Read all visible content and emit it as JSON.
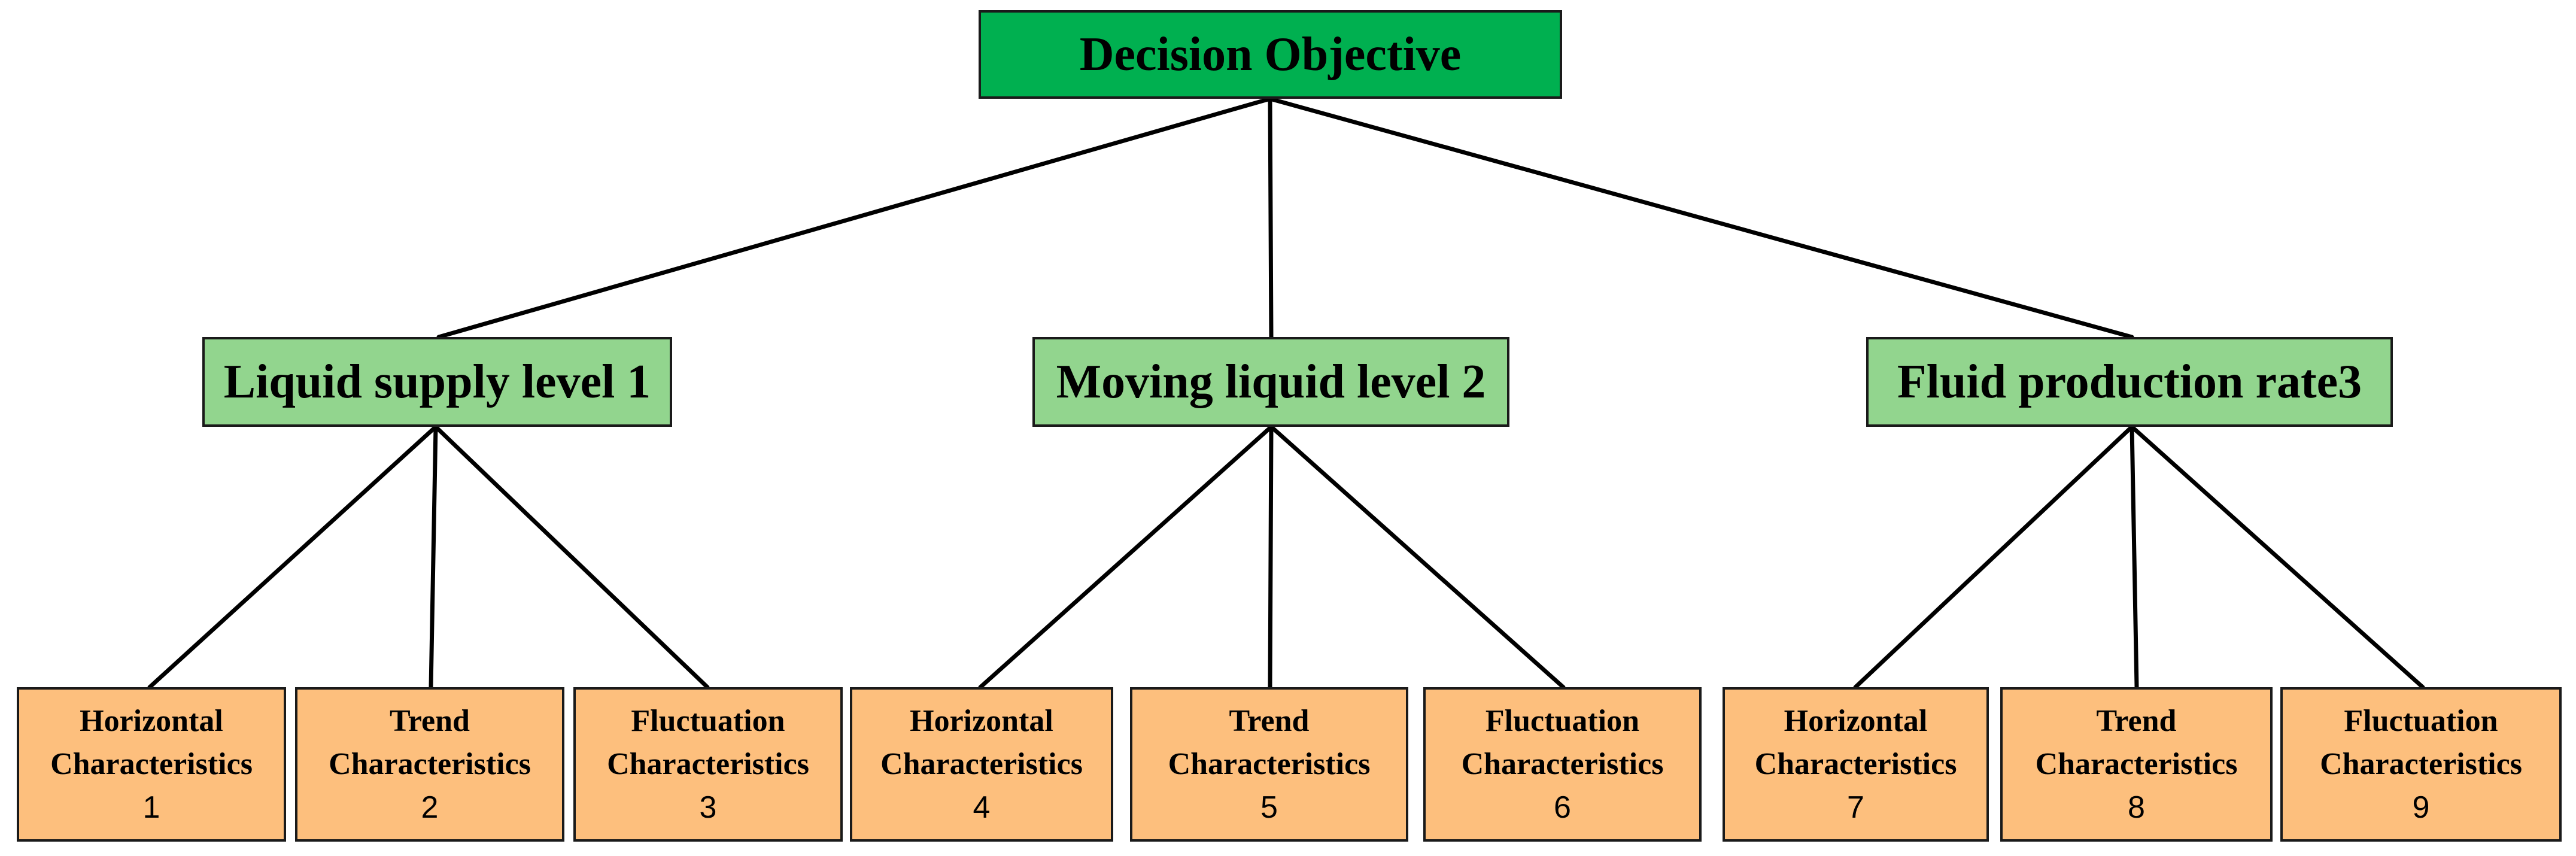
{
  "root": {
    "label": "Decision Objective"
  },
  "criteria": [
    {
      "label": "Liquid supply level 1"
    },
    {
      "label": "Moving liquid level 2"
    },
    {
      "label": "Fluid production rate3"
    }
  ],
  "characteristics": [
    {
      "line1": "Horizontal",
      "line2": "Characteristics",
      "num": "1"
    },
    {
      "line1": "Trend",
      "line2": "Characteristics",
      "num": "2"
    },
    {
      "line1": "Fluctuation",
      "line2": "Characteristics",
      "num": "3"
    },
    {
      "line1": "Horizontal",
      "line2": "Characteristics",
      "num": "4"
    },
    {
      "line1": "Trend",
      "line2": "Characteristics",
      "num": "5"
    },
    {
      "line1": "Fluctuation",
      "line2": "Characteristics",
      "num": "6"
    },
    {
      "line1": "Horizontal",
      "line2": "Characteristics",
      "num": "7"
    },
    {
      "line1": "Trend",
      "line2": "Characteristics",
      "num": "8"
    },
    {
      "line1": "Fluctuation",
      "line2": "Characteristics",
      "num": "9"
    }
  ],
  "colors": {
    "root_fill": "#00b050",
    "criteria_fill": "#92d58e",
    "leaf_fill": "#fdbf7d",
    "line": "#000000"
  }
}
